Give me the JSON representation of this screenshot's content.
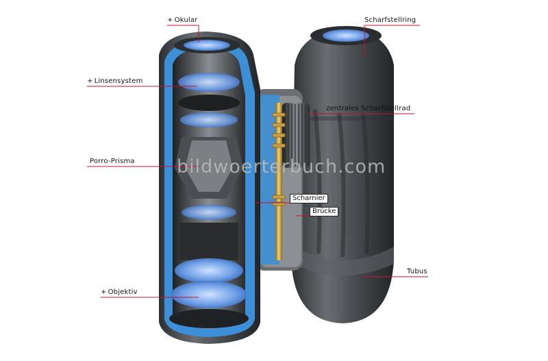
{
  "labels": {
    "okular": "Okular",
    "linsensystem": "Linsensystem",
    "porro_prisma": "Porro-Prisma",
    "objektiv": "Objektiv",
    "scharfstellring": "Scharfstellring",
    "zentrales_scharfstellrad": "zentrales Scharfstellrad",
    "scharnier": "Scharnier",
    "bruecke": "Brücke",
    "tubus": "Tubus"
  },
  "plus_marker": "+",
  "watermark": "bildwoerterbuch.com",
  "colors": {
    "leader_line": "#c8102e",
    "lens_blue": "#4f86d6",
    "cutaway_blue": "#3d8fd8",
    "body_dark": "#3a3d40",
    "body_mid": "#5b5f63",
    "brass": "#c9a043"
  }
}
